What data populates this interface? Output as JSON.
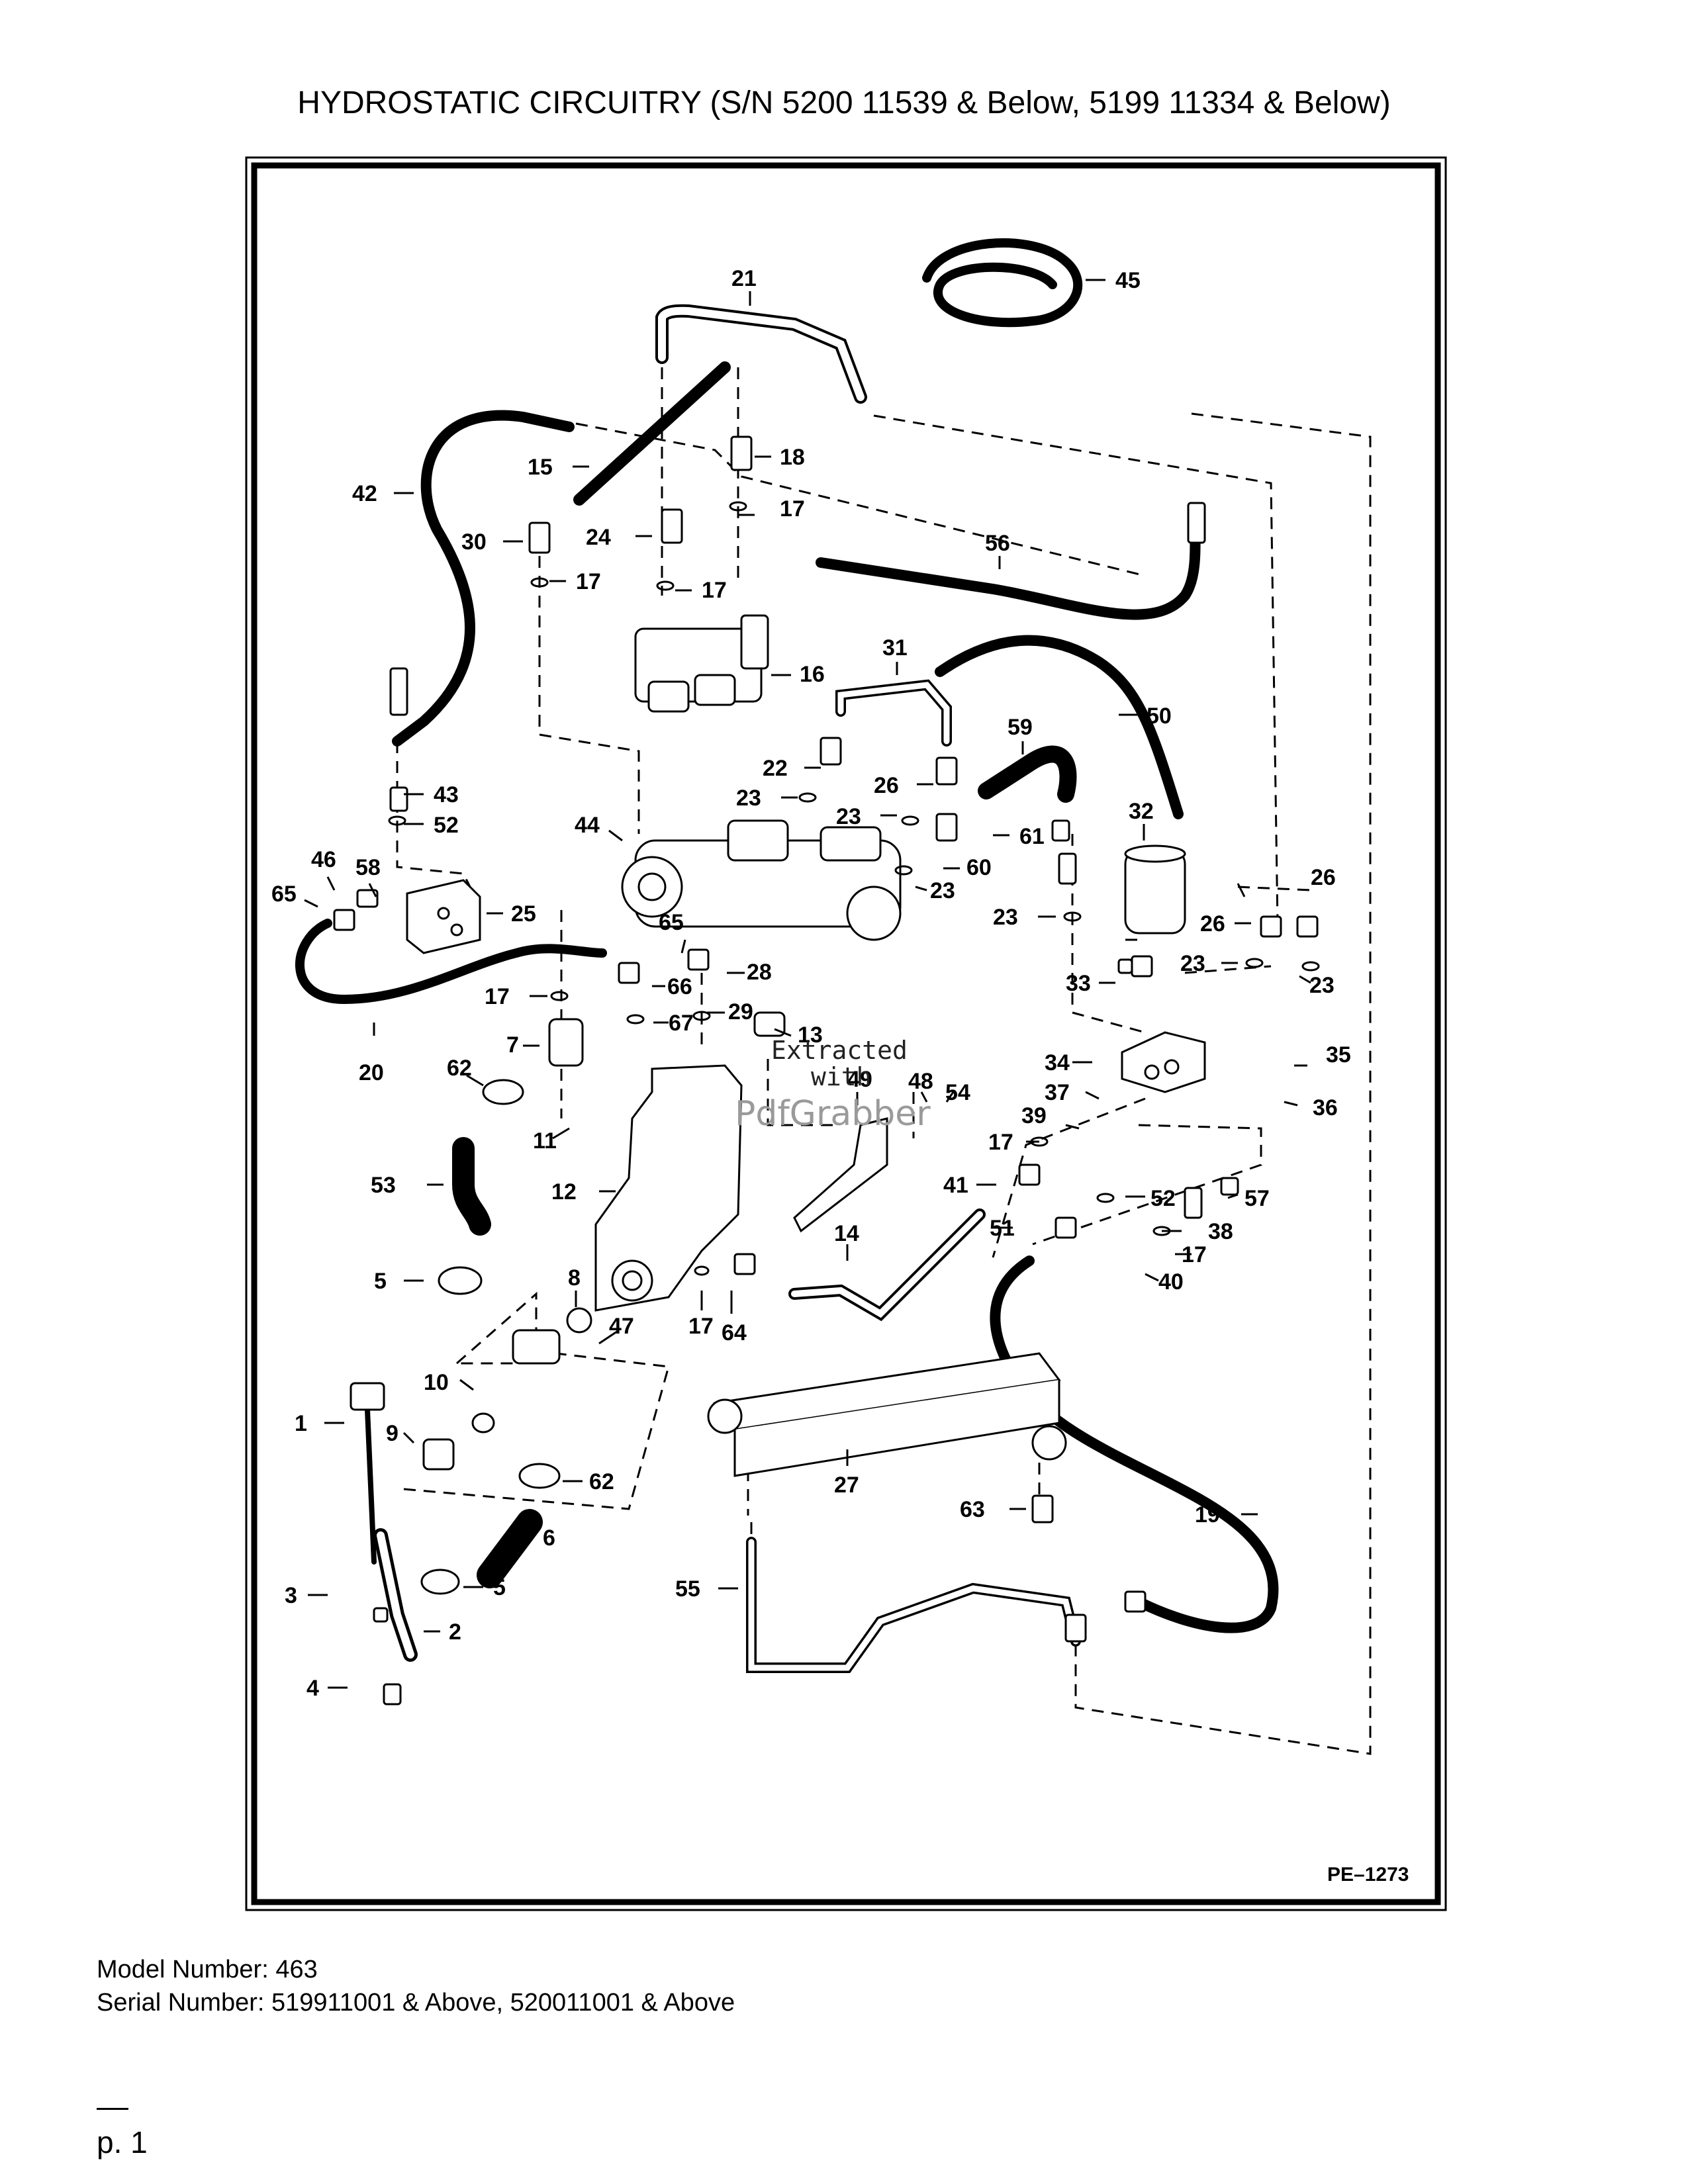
{
  "title": "HYDROSTATIC CIRCUITRY (S/N 5200 11539 & Below, 5199 11334 & Below)",
  "figure_id": "PE–1273",
  "watermark": {
    "line1": "Extracted",
    "line2": "with",
    "line3": "PdfGrabber"
  },
  "footer": {
    "model": "Model Number: 463",
    "serial": "Serial Number: 519911001 & Above, 520011001 & Above"
  },
  "page_number": "p. 1",
  "callouts": [
    {
      "id": "c21",
      "text": "21"
    },
    {
      "id": "c45",
      "text": "45"
    },
    {
      "id": "c18",
      "text": "18"
    },
    {
      "id": "c15",
      "text": "15"
    },
    {
      "id": "c42",
      "text": "42"
    },
    {
      "id": "c17a",
      "text": "17"
    },
    {
      "id": "c30",
      "text": "30"
    },
    {
      "id": "c24",
      "text": "24"
    },
    {
      "id": "c56",
      "text": "56"
    },
    {
      "id": "c17b",
      "text": "17"
    },
    {
      "id": "c17c",
      "text": "17"
    },
    {
      "id": "c16",
      "text": "16"
    },
    {
      "id": "c31",
      "text": "31"
    },
    {
      "id": "c50",
      "text": "50"
    },
    {
      "id": "c59",
      "text": "59"
    },
    {
      "id": "c22",
      "text": "22"
    },
    {
      "id": "c26a",
      "text": "26"
    },
    {
      "id": "c23a",
      "text": "23"
    },
    {
      "id": "c23b",
      "text": "23"
    },
    {
      "id": "c43",
      "text": "43"
    },
    {
      "id": "c32",
      "text": "32"
    },
    {
      "id": "c52a",
      "text": "52"
    },
    {
      "id": "c44",
      "text": "44"
    },
    {
      "id": "c61",
      "text": "61"
    },
    {
      "id": "c60",
      "text": "60"
    },
    {
      "id": "c23c",
      "text": "23"
    },
    {
      "id": "c46",
      "text": "46"
    },
    {
      "id": "c58",
      "text": "58"
    },
    {
      "id": "c65a",
      "text": "65"
    },
    {
      "id": "c25",
      "text": "25"
    },
    {
      "id": "c23d",
      "text": "23"
    },
    {
      "id": "c26b",
      "text": "26"
    },
    {
      "id": "c26c",
      "text": "26"
    },
    {
      "id": "c65b",
      "text": "65"
    },
    {
      "id": "c23e",
      "text": "23"
    },
    {
      "id": "c28",
      "text": "28"
    },
    {
      "id": "c33",
      "text": "33"
    },
    {
      "id": "c23f",
      "text": "23"
    },
    {
      "id": "c17d",
      "text": "17"
    },
    {
      "id": "c66",
      "text": "66"
    },
    {
      "id": "c29",
      "text": "29"
    },
    {
      "id": "c67",
      "text": "67"
    },
    {
      "id": "c7",
      "text": "7"
    },
    {
      "id": "c13",
      "text": "13"
    },
    {
      "id": "c34",
      "text": "34"
    },
    {
      "id": "c35",
      "text": "35"
    },
    {
      "id": "c20",
      "text": "20"
    },
    {
      "id": "c62a",
      "text": "62"
    },
    {
      "id": "c49",
      "text": "49"
    },
    {
      "id": "c48",
      "text": "48"
    },
    {
      "id": "c54",
      "text": "54"
    },
    {
      "id": "c37",
      "text": "37"
    },
    {
      "id": "c36",
      "text": "36"
    },
    {
      "id": "c39",
      "text": "39"
    },
    {
      "id": "c11",
      "text": "11"
    },
    {
      "id": "c17e",
      "text": "17"
    },
    {
      "id": "c53",
      "text": "53"
    },
    {
      "id": "c12",
      "text": "12"
    },
    {
      "id": "c41",
      "text": "41"
    },
    {
      "id": "c52b",
      "text": "52"
    },
    {
      "id": "c57",
      "text": "57"
    },
    {
      "id": "c14",
      "text": "14"
    },
    {
      "id": "c51",
      "text": "51"
    },
    {
      "id": "c38",
      "text": "38"
    },
    {
      "id": "c17f",
      "text": "17"
    },
    {
      "id": "c40",
      "text": "40"
    },
    {
      "id": "c5a",
      "text": "5"
    },
    {
      "id": "c8",
      "text": "8"
    },
    {
      "id": "c47",
      "text": "47"
    },
    {
      "id": "c17g",
      "text": "17"
    },
    {
      "id": "c64",
      "text": "64"
    },
    {
      "id": "c10",
      "text": "10"
    },
    {
      "id": "c1",
      "text": "1"
    },
    {
      "id": "c9",
      "text": "9"
    },
    {
      "id": "c27",
      "text": "27"
    },
    {
      "id": "c62b",
      "text": "62"
    },
    {
      "id": "c63",
      "text": "63"
    },
    {
      "id": "c19",
      "text": "19"
    },
    {
      "id": "c6",
      "text": "6"
    },
    {
      "id": "c5b",
      "text": "5"
    },
    {
      "id": "c55",
      "text": "55"
    },
    {
      "id": "c3",
      "text": "3"
    },
    {
      "id": "c2",
      "text": "2"
    },
    {
      "id": "c4",
      "text": "4"
    }
  ]
}
